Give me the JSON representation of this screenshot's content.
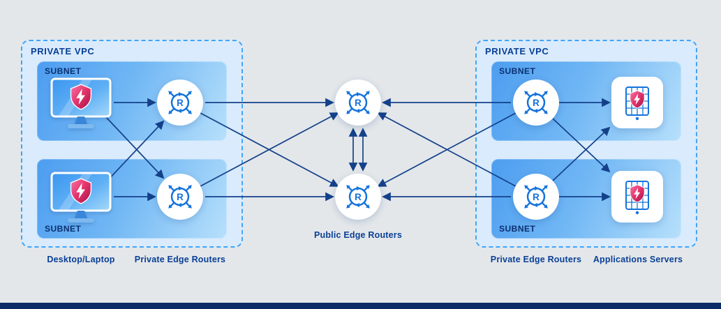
{
  "diagram": {
    "left_vpc": {
      "label": "PRIVATE VPC",
      "subnets": [
        {
          "label": "SUBNET"
        },
        {
          "label": "SUBNET"
        }
      ]
    },
    "right_vpc": {
      "label": "PRIVATE VPC",
      "subnets": [
        {
          "label": "SUBNET"
        },
        {
          "label": "SUBNET"
        }
      ]
    },
    "captions": {
      "desktop": "Desktop/Laptop",
      "left_routers": "Private Edge Routers",
      "public_routers": "Public Edge Routers",
      "right_routers": "Private Edge Routers",
      "servers": "Applications Servers"
    },
    "router_letter": "R",
    "colors": {
      "background": "#e3e7ea",
      "vpc_fill": "#d9ebfc",
      "vpc_border": "#42a4f5",
      "subnet_blue": "#4d9df0",
      "arrow": "#14418a",
      "label_text": "#0a3f96",
      "router_blue": "#1473dc",
      "shield_pink": "#e2336b",
      "footer_bar": "#0b2b66"
    }
  }
}
